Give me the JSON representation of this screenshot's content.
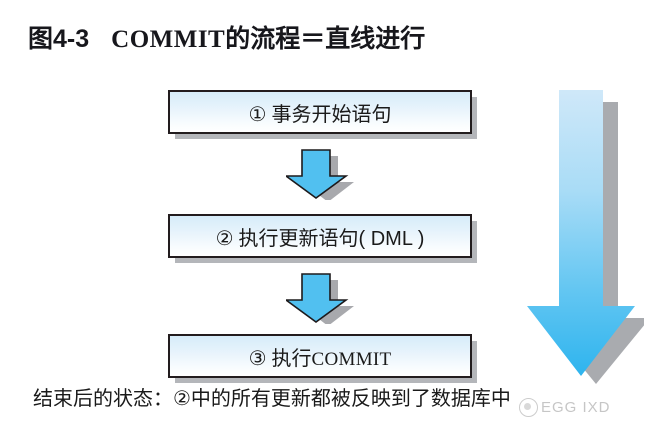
{
  "figure": {
    "label": "图4-3",
    "title_mono": "COMMIT",
    "title_rest": "的流程＝直线进行"
  },
  "flow": {
    "boxes": [
      {
        "num": "①",
        "text": "事务开始语句",
        "mono": ""
      },
      {
        "num": "②",
        "text": "执行更新语句( DML )",
        "mono": ""
      },
      {
        "num": "③",
        "text": "执行",
        "mono": "COMMIT"
      }
    ],
    "arrows": [
      {
        "name": "arrow-1-to-2",
        "direction": "down"
      },
      {
        "name": "arrow-2-to-3",
        "direction": "down"
      }
    ],
    "big_arrow": {
      "direction": "down",
      "meaning": "straight-progress"
    }
  },
  "caption": {
    "text": "结束后的状态：②中的所有更新都被反映到了数据库中"
  },
  "watermark": {
    "text": "EGG IXD"
  },
  "colors": {
    "arrow_solid": "#51c0f0",
    "arrow_outline": "#1d1a1c",
    "arrow_shadow": "#a8a9ad",
    "big_arrow_top": "#c9e5f8",
    "big_arrow_bottom": "#3bb8ef",
    "box_border": "#221c1e",
    "box_fill_top": "#d6ecf9",
    "box_fill_bottom": "#ffffff",
    "box_shadow": "#b0b2b6",
    "text": "#1a1a1a",
    "watermark": "#8e8e8e"
  }
}
